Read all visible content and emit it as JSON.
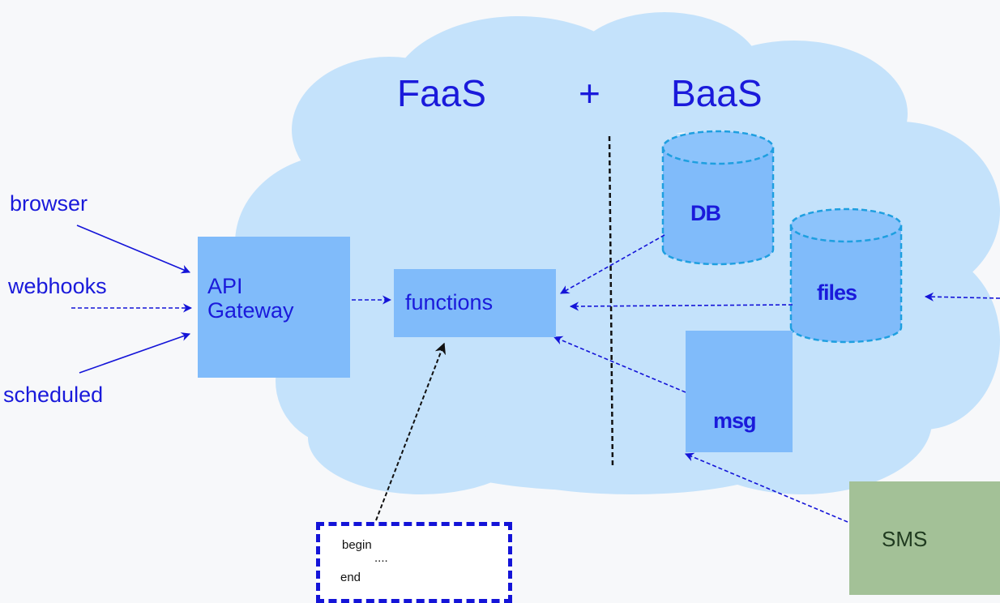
{
  "titles": {
    "faas": "FaaS",
    "plus": "+",
    "baas": "BaaS"
  },
  "triggers": {
    "browser": "browser",
    "webhooks": "webhooks",
    "scheduled": "scheduled"
  },
  "gateway": {
    "line1": "API",
    "line2": "Gateway"
  },
  "functions": {
    "label": "functions"
  },
  "services": {
    "db": "DB",
    "files": "files",
    "msg": "msg"
  },
  "external": {
    "sms": "SMS"
  },
  "code": {
    "begin": "begin",
    "ellipsis": "....",
    "end": "end"
  },
  "colors": {
    "cloud": "#c4e2fb",
    "box": "#80bbfa",
    "text": "#1a1adb",
    "arrow": "#1414d8",
    "sms_box": "#a3c197",
    "background": "#f7f8fa"
  }
}
